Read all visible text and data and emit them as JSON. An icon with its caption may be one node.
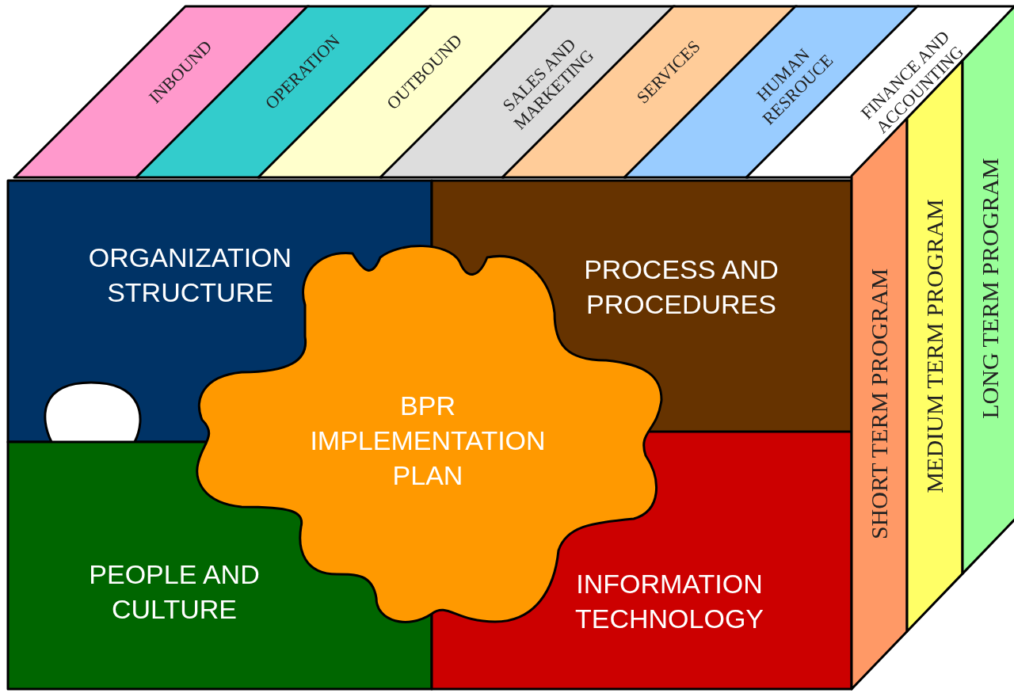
{
  "diagram": {
    "nodes": [
      {
        "text": [
          "INBOUND"
        ]
      },
      {
        "text": [
          "OPERATION"
        ]
      },
      {
        "text": [
          "OUTBOUND"
        ]
      },
      {
        "text": [
          "SALES AND MARKETING"
        ]
      },
      {
        "text": [
          "SERVICES"
        ]
      },
      {
        "text": [
          "HUMAN RESROUCE"
        ]
      },
      {
        "text": [
          "FINANCE AND ACCOUNTING"
        ]
      },
      {
        "text": [
          "ORGANIZATION STRUCTURE"
        ]
      },
      {
        "text": [
          "PROCESS AND PROCEDURES"
        ]
      },
      {
        "text": [
          "BPR IMPLEMENTATION PLAN"
        ]
      },
      {
        "text": [
          "PEOPLE AND CULTURE"
        ]
      },
      {
        "text": [
          "INFORMATION TECHNOLOGY"
        ]
      },
      {
        "text": [
          "SHORT TERM PROGRAM"
        ]
      },
      {
        "text": [
          "MEDIUM TERM PROGRAM"
        ]
      },
      {
        "text": [
          "LONG TERM PROGRAM"
        ]
      }
    ]
  }
}
